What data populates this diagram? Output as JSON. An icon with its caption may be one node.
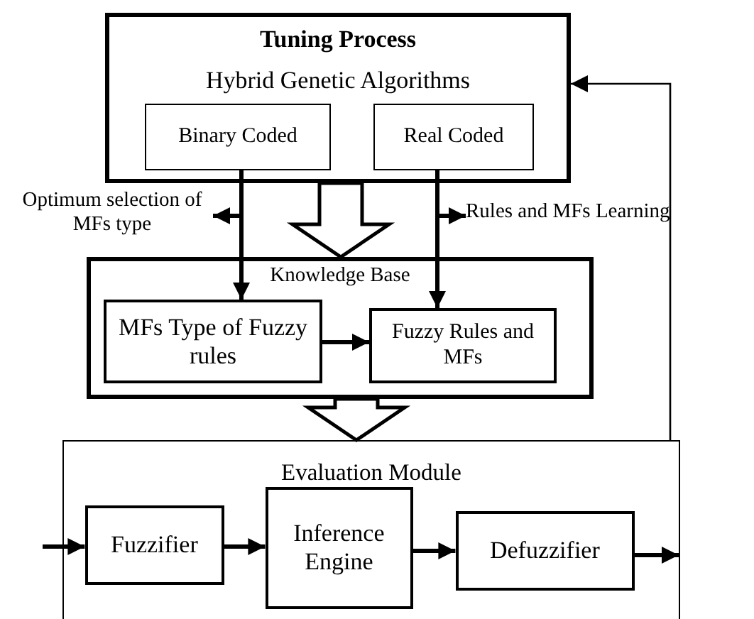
{
  "diagram": {
    "nodes": [
      {
        "text": [
          "Tuning Process",
          "Hybrid Genetic Algorithms"
        ]
      },
      {
        "text": [
          "Binary Coded"
        ],
        "in": 0
      },
      {
        "text": [
          "Real Coded"
        ],
        "in": 0
      },
      {
        "text": [
          "Optimum selection of MFs type"
        ]
      },
      {
        "text": [
          "Rules and MFs Learning"
        ]
      },
      {
        "text": [
          "Knowledge Base"
        ]
      },
      {
        "text": [
          "MFs Type of Fuzzy rules"
        ],
        "in": 5
      },
      {
        "text": [
          "Fuzzy Rules and MFs"
        ],
        "in": 5
      },
      {
        "text": [
          "Evaluation Module"
        ]
      },
      {
        "text": [
          "Fuzzifier"
        ],
        "in": 8
      },
      {
        "text": [
          "Inference Engine"
        ],
        "in": 8
      },
      {
        "text": [
          "Defuzzifier"
        ],
        "in": 8
      }
    ],
    "edges": [
      {
        "from": 1,
        "to": 6,
        "arrow": "to"
      },
      {
        "from": 2,
        "to": 7,
        "arrow": "to"
      },
      {
        "from": 1,
        "to": 3,
        "arrow": "to"
      },
      {
        "from": 2,
        "to": 4,
        "arrow": "to"
      },
      {
        "from": 0,
        "to": 5,
        "arrow": "to",
        "style": "thick"
      },
      {
        "from": 6,
        "to": 7,
        "arrow": "to"
      },
      {
        "from": 5,
        "to": 8,
        "arrow": "to",
        "style": "thick"
      },
      {
        "from": null,
        "to": 9,
        "arrow": "to"
      },
      {
        "from": 9,
        "to": 10,
        "arrow": "to"
      },
      {
        "from": 10,
        "to": 11,
        "arrow": "to"
      },
      {
        "from": 11,
        "to": null,
        "arrow": "to"
      },
      {
        "from": 8,
        "to": 0,
        "arrow": "to"
      }
    ]
  }
}
